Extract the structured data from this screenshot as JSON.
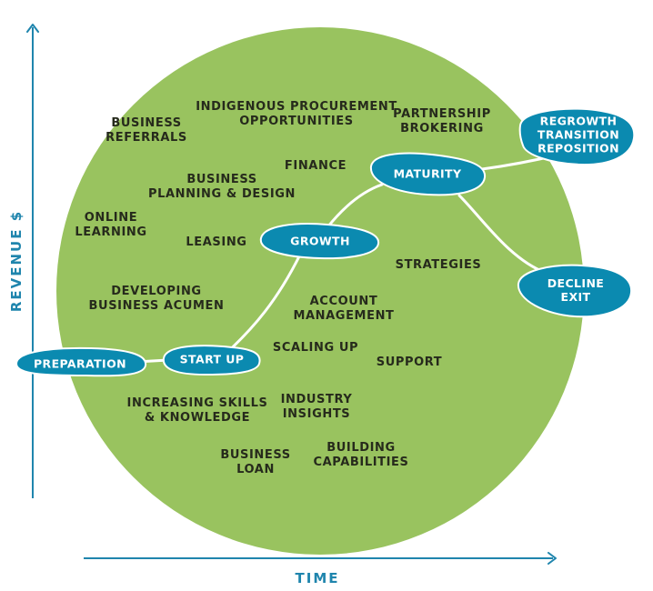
{
  "colors": {
    "circle": "#99c35f",
    "blob": "#0b8ab0",
    "axis": "#1f85ad",
    "path": "#ffffff",
    "text": "#262a1c"
  },
  "axes": {
    "y_label": "REVENUE $",
    "x_label": "TIME"
  },
  "stages": [
    {
      "id": "preparation",
      "label": "PREPARATION"
    },
    {
      "id": "start-up",
      "label": "START UP"
    },
    {
      "id": "growth",
      "label": "GROWTH"
    },
    {
      "id": "maturity",
      "label": "MATURITY"
    },
    {
      "id": "regrowth",
      "label": "REGROWTH\nTRANSITION\nREPOSITION"
    },
    {
      "id": "decline",
      "label": "DECLINE\nEXIT"
    }
  ],
  "services": [
    {
      "id": "indigenous-procurement",
      "label": "INDIGENOUS PROCUREMENT\nOPPORTUNITIES"
    },
    {
      "id": "business-referrals",
      "label": "BUSINESS\nREFERRALS"
    },
    {
      "id": "partnership-brokering",
      "label": "PARTNERSHIP\nBROKERING"
    },
    {
      "id": "finance",
      "label": "FINANCE"
    },
    {
      "id": "business-planning",
      "label": "BUSINESS\nPLANNING & DESIGN"
    },
    {
      "id": "online-learning",
      "label": "ONLINE\nLEARNING"
    },
    {
      "id": "leasing",
      "label": "LEASING"
    },
    {
      "id": "strategies",
      "label": "STRATEGIES"
    },
    {
      "id": "developing-acumen",
      "label": "DEVELOPING\nBUSINESS ACUMEN"
    },
    {
      "id": "account-management",
      "label": "ACCOUNT\nMANAGEMENT"
    },
    {
      "id": "scaling-up",
      "label": "SCALING UP"
    },
    {
      "id": "support",
      "label": "SUPPORT"
    },
    {
      "id": "increasing-skills",
      "label": "INCREASING SKILLS\n& KNOWLEDGE"
    },
    {
      "id": "industry-insights",
      "label": "INDUSTRY\nINSIGHTS"
    },
    {
      "id": "business-loan",
      "label": "BUSINESS\nLOAN"
    },
    {
      "id": "building-capabilities",
      "label": "BUILDING\nCAPABILITIES"
    }
  ]
}
